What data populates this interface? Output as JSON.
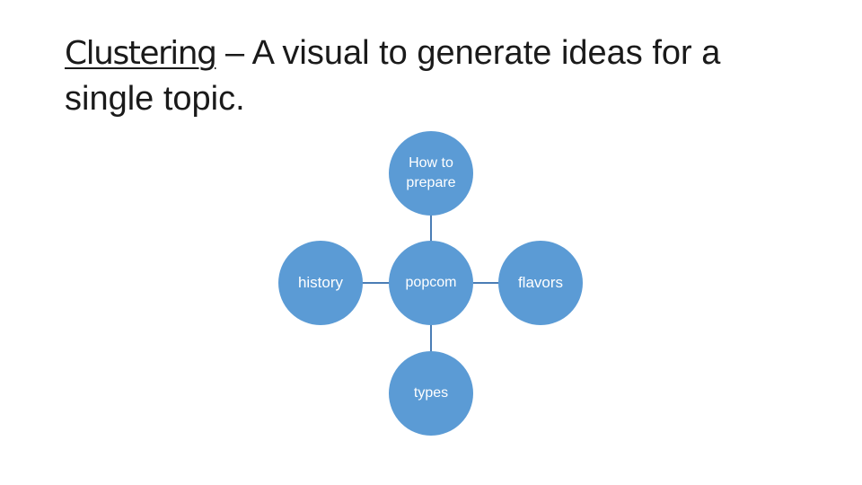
{
  "title": {
    "term": "Clustering",
    "rest": " – A visual to generate ideas for a single topic."
  },
  "diagram": {
    "center": "popcom",
    "top": "How to prepare",
    "left": "history",
    "right": "flavors",
    "bottom": "types"
  },
  "colors": {
    "node_fill": "#5b9bd5",
    "connector": "#4a7db5",
    "node_text": "#ffffff"
  }
}
